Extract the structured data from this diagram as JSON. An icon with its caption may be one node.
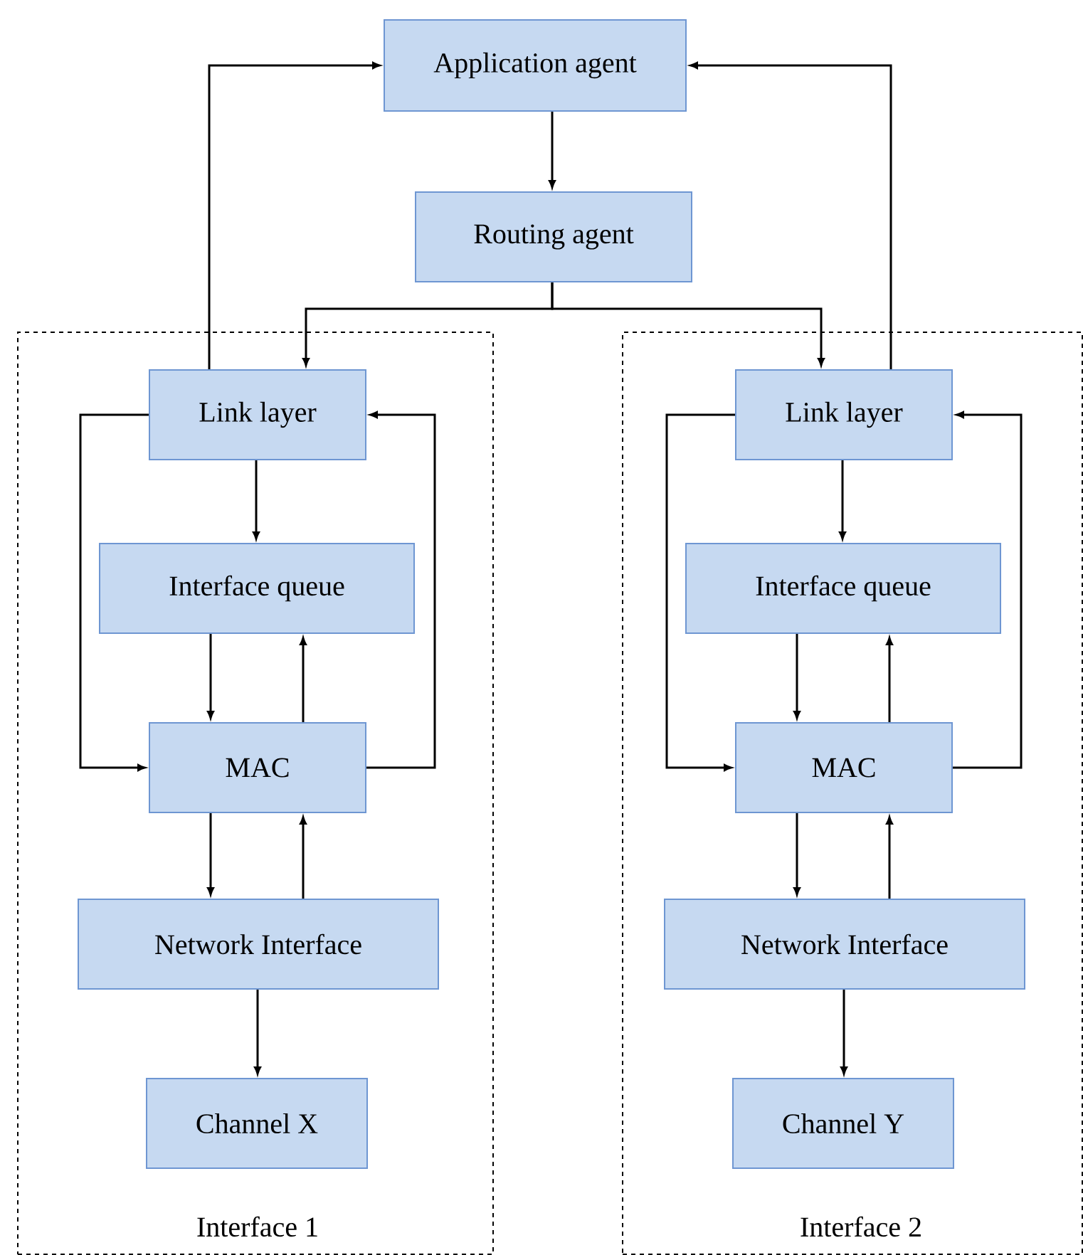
{
  "diagram": {
    "nodes": [
      {
        "text": [
          "Application agent"
        ]
      },
      {
        "text": [
          "Routing agent"
        ]
      },
      {
        "text": [
          "Interface 1"
        ]
      },
      {
        "text": [
          "Link layer"
        ],
        "in": 2
      },
      {
        "text": [
          "Interface queue"
        ],
        "in": 2
      },
      {
        "text": [
          "MAC"
        ],
        "in": 2
      },
      {
        "text": [
          "Network Interface"
        ],
        "in": 2
      },
      {
        "text": [
          "Channel X"
        ],
        "in": 2
      },
      {
        "text": [
          "Interface 2"
        ]
      },
      {
        "text": [
          "Link layer"
        ],
        "in": 8
      },
      {
        "text": [
          "Interface queue"
        ],
        "in": 8
      },
      {
        "text": [
          "MAC"
        ],
        "in": 8
      },
      {
        "text": [
          "Network Interface"
        ],
        "in": 8
      },
      {
        "text": [
          "Channel Y"
        ],
        "in": 8
      }
    ],
    "edges": [
      {
        "from": 0,
        "to": 1,
        "arrow": "to"
      },
      {
        "from": 1,
        "to": 3,
        "arrow": "to"
      },
      {
        "from": 1,
        "to": 9,
        "arrow": "to"
      },
      {
        "from": 3,
        "to": 0,
        "arrow": "to"
      },
      {
        "from": 3,
        "to": 4,
        "arrow": "to"
      },
      {
        "from": 4,
        "to": 5,
        "arrow": "to"
      },
      {
        "from": 5,
        "to": 4,
        "arrow": "to"
      },
      {
        "from": 3,
        "to": 5,
        "arrow": "to"
      },
      {
        "from": 5,
        "to": 3,
        "arrow": "to"
      },
      {
        "from": 5,
        "to": 6,
        "arrow": "to"
      },
      {
        "from": 6,
        "to": 5,
        "arrow": "to"
      },
      {
        "from": 6,
        "to": 7,
        "arrow": "to"
      },
      {
        "from": 9,
        "to": 0,
        "arrow": "to"
      },
      {
        "from": 9,
        "to": 10,
        "arrow": "to"
      },
      {
        "from": 10,
        "to": 11,
        "arrow": "to"
      },
      {
        "from": 11,
        "to": 10,
        "arrow": "to"
      },
      {
        "from": 9,
        "to": 11,
        "arrow": "to"
      },
      {
        "from": 11,
        "to": 9,
        "arrow": "to"
      },
      {
        "from": 11,
        "to": 12,
        "arrow": "to"
      },
      {
        "from": 12,
        "to": 11,
        "arrow": "to"
      },
      {
        "from": 12,
        "to": 13,
        "arrow": "to"
      }
    ]
  }
}
